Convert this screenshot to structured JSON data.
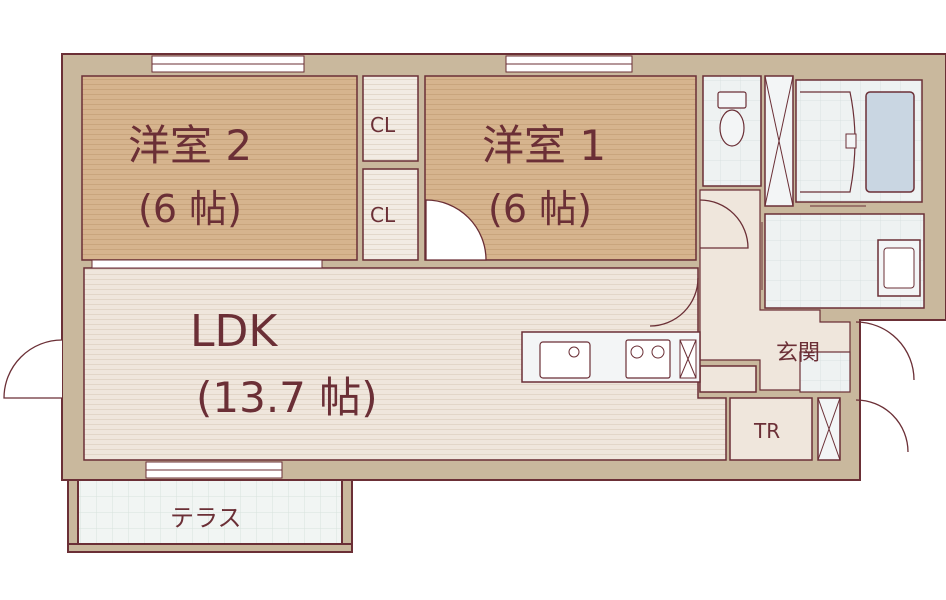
{
  "rooms": {
    "western2": {
      "name": "洋室 2",
      "size": "(6 帖)"
    },
    "western1": {
      "name": "洋室 1",
      "size": "(6 帖)"
    },
    "ldk": {
      "name": "LDK",
      "size": "(13.7 帖)"
    },
    "closet1": "CL",
    "closet2": "CL",
    "entrance": "玄関",
    "tr": "TR",
    "terrace": "テラス"
  },
  "colors": {
    "wall": "#c9b89d",
    "wall_line": "#6b2f36",
    "room_wood": "#d6b48e",
    "room_ldk": "#efe6dc",
    "wet": "#e8ecec",
    "terrace": "#f1f5f3",
    "fixture": "#f3f5f6",
    "tub": "#c9d6e2",
    "text": "#6b2f36"
  }
}
